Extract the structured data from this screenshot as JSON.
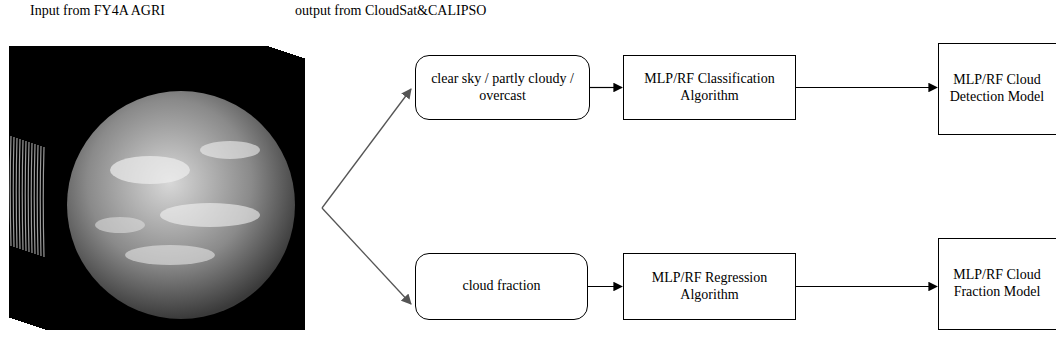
{
  "diagram": {
    "nodes": [
      {
        "text": [
          "clear sky / partly cloudy / overcast"
        ]
      },
      {
        "text": [
          "MLP/RF Classification Algorithm"
        ]
      },
      {
        "text": [
          "MLP/RF Cloud Detection Model"
        ]
      },
      {
        "text": [
          "cloud fraction"
        ]
      },
      {
        "text": [
          "MLP/RF Regression Algorithm"
        ]
      },
      {
        "text": [
          "MLP/RF Cloud Fraction Model"
        ]
      }
    ],
    "edges": [
      {
        "from": 0,
        "to": 1,
        "arrow": "to"
      },
      {
        "from": 1,
        "to": 2,
        "arrow": "to"
      },
      {
        "from": 3,
        "to": 4,
        "arrow": "to"
      },
      {
        "from": 4,
        "to": 5,
        "arrow": "to"
      }
    ],
    "labels": [
      "Input from FY4A AGRI",
      "output from CloudSat&CALIPSO"
    ]
  }
}
